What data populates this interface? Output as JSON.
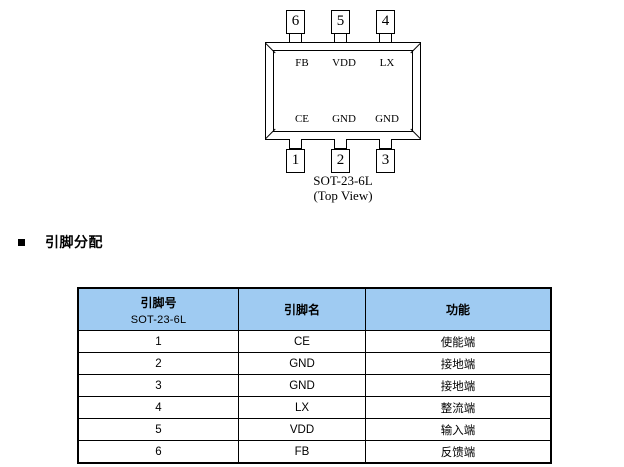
{
  "package_figure": {
    "name": "SOT-23-6L",
    "caption_line1": "SOT-23-6L",
    "caption_line2": "(Top View)",
    "top_pins": [
      {
        "number": "6",
        "label": "FB"
      },
      {
        "number": "5",
        "label": "VDD"
      },
      {
        "number": "4",
        "label": "LX"
      }
    ],
    "bottom_pins": [
      {
        "number": "1",
        "label": "CE"
      },
      {
        "number": "2",
        "label": "GND"
      },
      {
        "number": "3",
        "label": "GND"
      }
    ]
  },
  "section": {
    "bullet": "square-bullet",
    "heading": "引脚分配"
  },
  "pin_table": {
    "header": {
      "col1_title": "引脚号",
      "col1_sub": "SOT-23-6L",
      "col2_title": "引脚名",
      "col3_title": "功能",
      "background_color": "#9FCBF2"
    },
    "rows": [
      {
        "number": "1",
        "name": "CE",
        "function": "使能端"
      },
      {
        "number": "2",
        "name": "GND",
        "function": "接地端"
      },
      {
        "number": "3",
        "name": "GND",
        "function": "接地端"
      },
      {
        "number": "4",
        "name": "LX",
        "function": "整流端"
      },
      {
        "number": "5",
        "name": "VDD",
        "function": "输入端"
      },
      {
        "number": "6",
        "name": "FB",
        "function": "反馈端"
      }
    ]
  }
}
